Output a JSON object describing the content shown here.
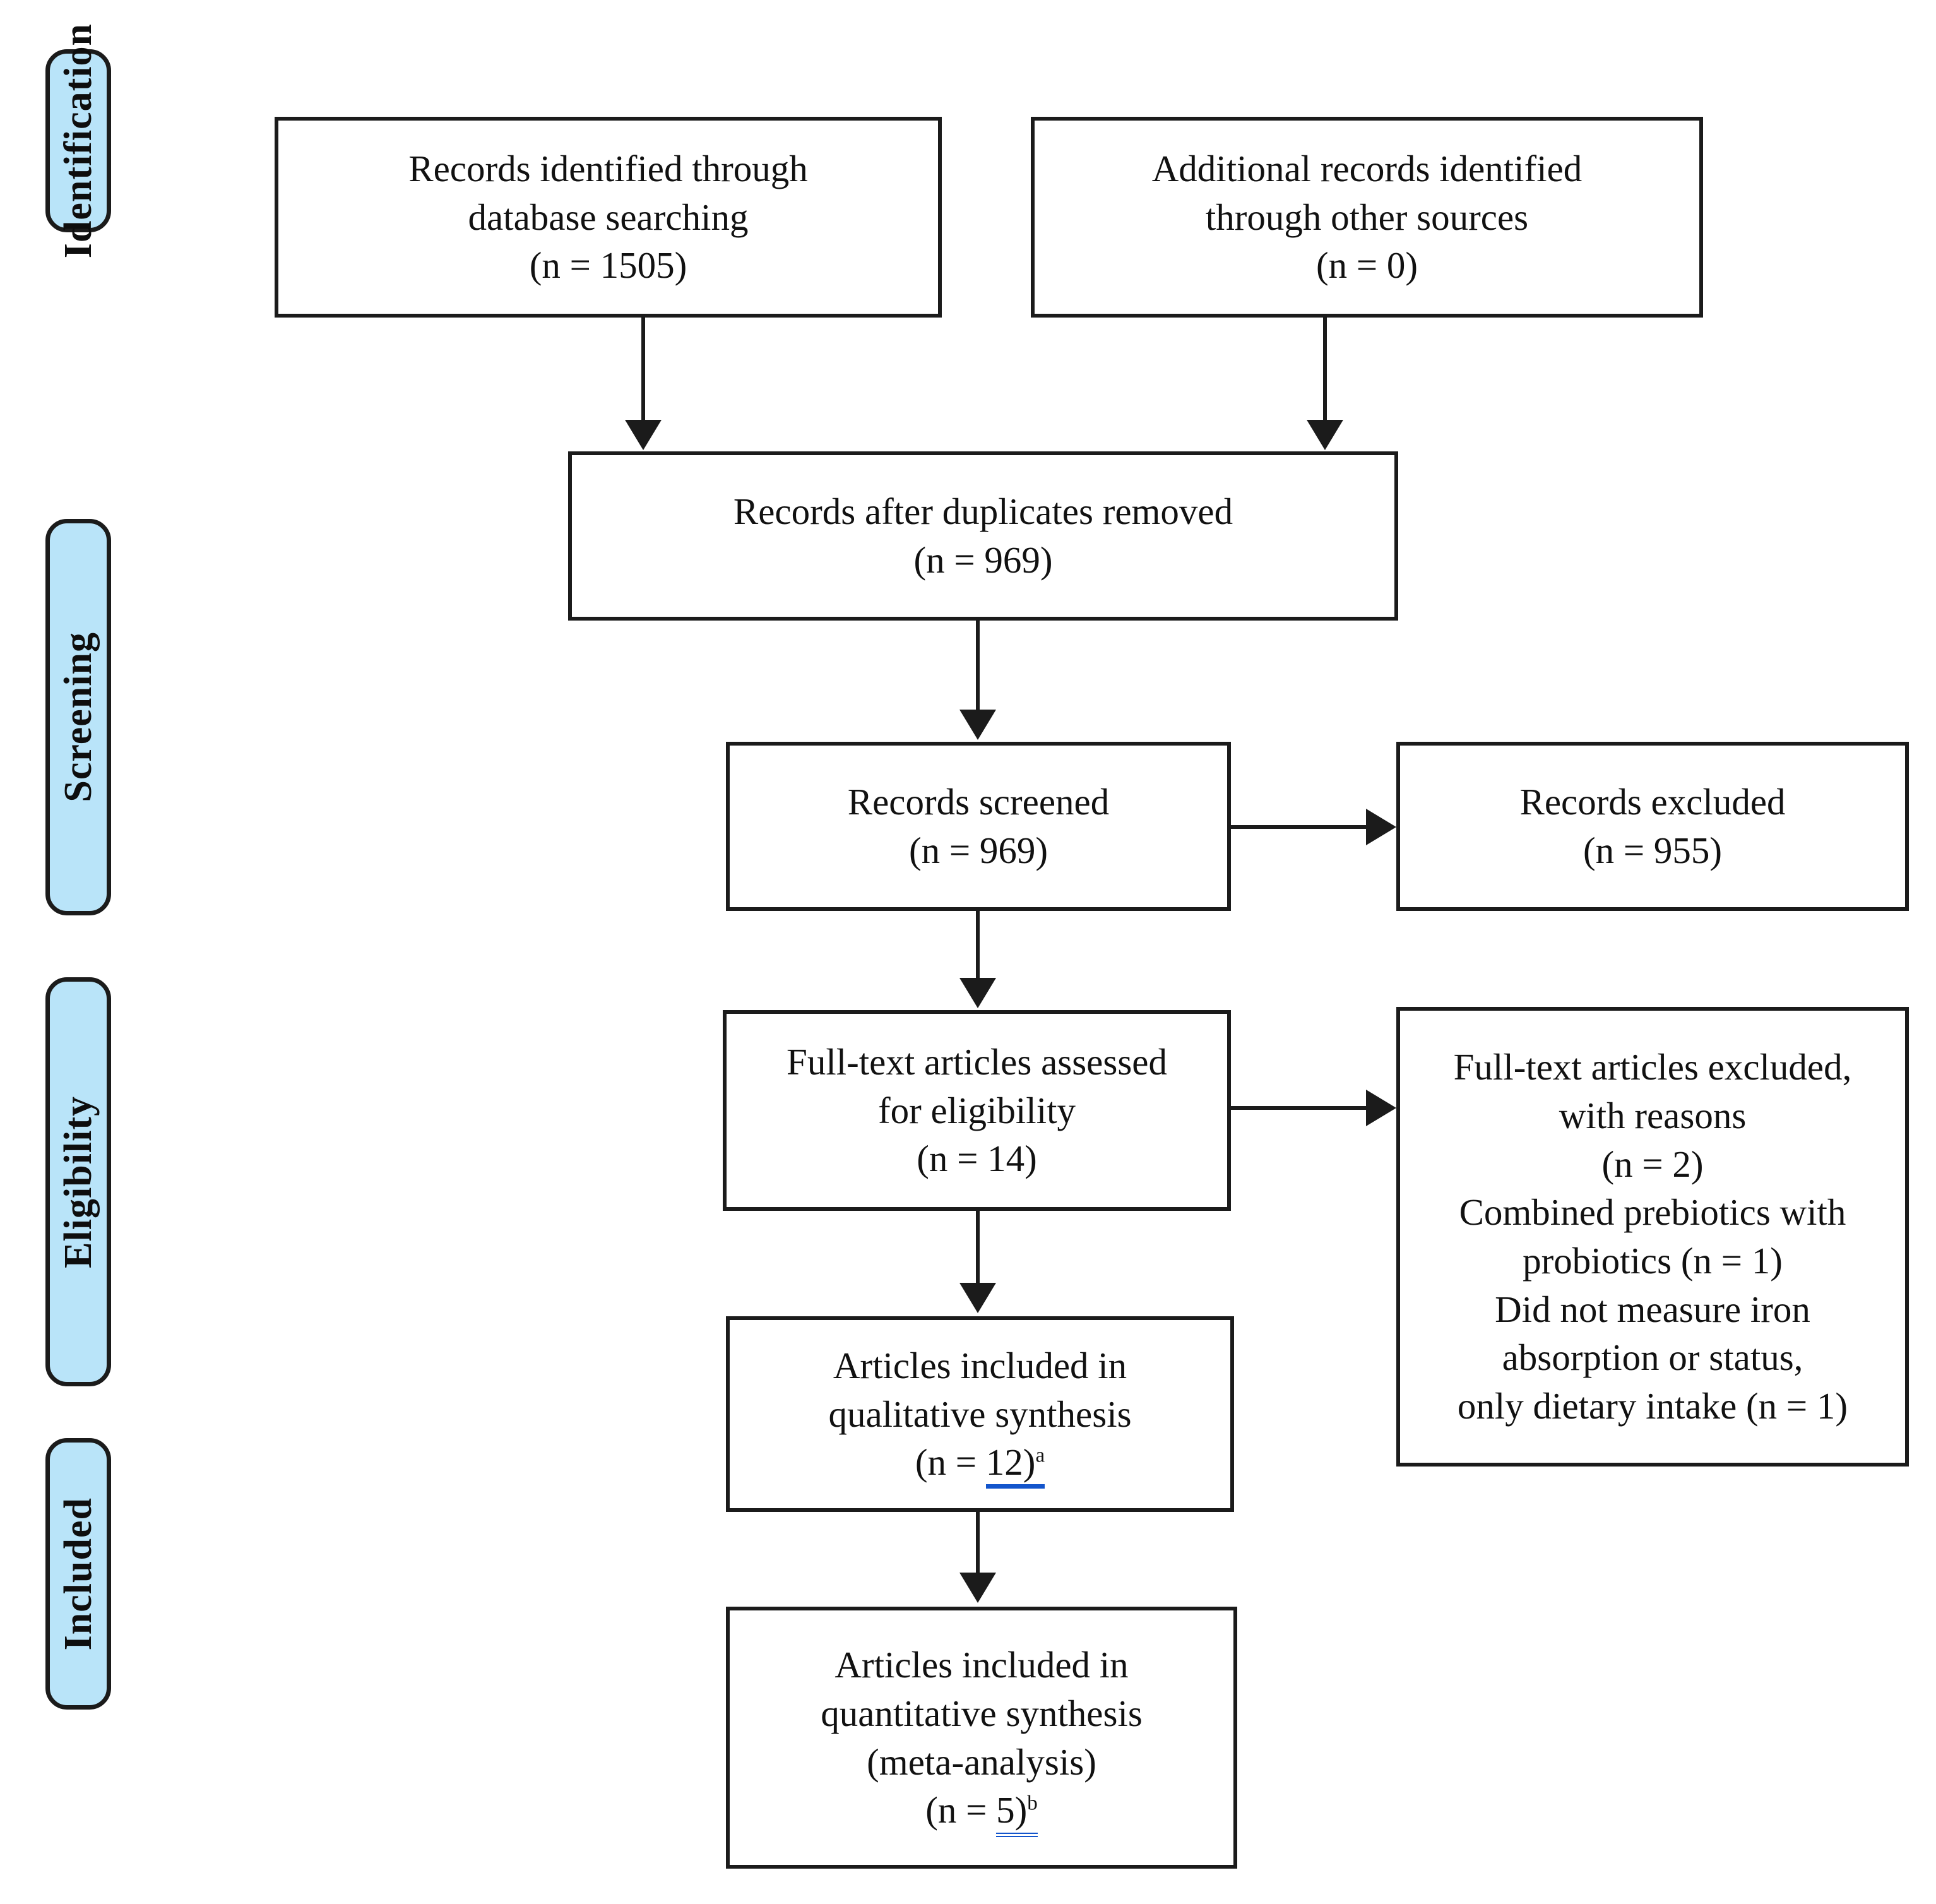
{
  "diagram": {
    "type": "PRISMA flow diagram",
    "stages": [
      {
        "id": "identification",
        "label": "Identification"
      },
      {
        "id": "screening",
        "label": "Screening"
      },
      {
        "id": "eligibility",
        "label": "Eligibility"
      },
      {
        "id": "included",
        "label": "Included"
      }
    ],
    "boxes": {
      "db_search": {
        "line1": "Records identified through",
        "line2": "database searching",
        "line3": "(n = 1505)"
      },
      "other_sources": {
        "line1": "Additional records identified",
        "line2": "through other sources",
        "line3": "(n = 0)"
      },
      "duplicates_removed": {
        "line1": "Records after duplicates removed",
        "line2": "(n = 969)"
      },
      "records_screened": {
        "line1": "Records screened",
        "line2": "(n = 969)"
      },
      "records_excluded": {
        "line1": "Records excluded",
        "line2": "(n = 955)"
      },
      "fulltext_assessed": {
        "line1": "Full-text articles assessed",
        "line2": "for eligibility",
        "line3": "(n = 14)"
      },
      "fulltext_excluded": {
        "line1": "Full-text articles excluded,",
        "line2": "with reasons",
        "line3": "(n = 2)",
        "line4": "Combined prebiotics with",
        "line5": "probiotics (n = 1)",
        "line6": "Did not measure iron",
        "line7": "absorption or status,",
        "line8": "only dietary intake (n = 1)"
      },
      "qualitative": {
        "line1": "Articles included in",
        "line2": "qualitative synthesis",
        "count_prefix": "(n = ",
        "count_value": "12)",
        "note_marker": "a"
      },
      "quantitative": {
        "line1": "Articles included in",
        "line2": "quantitative synthesis",
        "line3": "(meta-analysis)",
        "count_prefix": "(n = ",
        "count_value": "5)",
        "note_marker": "b"
      }
    },
    "colors": {
      "stage_fill": "#b9e4f9",
      "stroke": "#1b1b1b",
      "link_underline": "#1355cc",
      "box_fill": "#ffffff"
    }
  }
}
